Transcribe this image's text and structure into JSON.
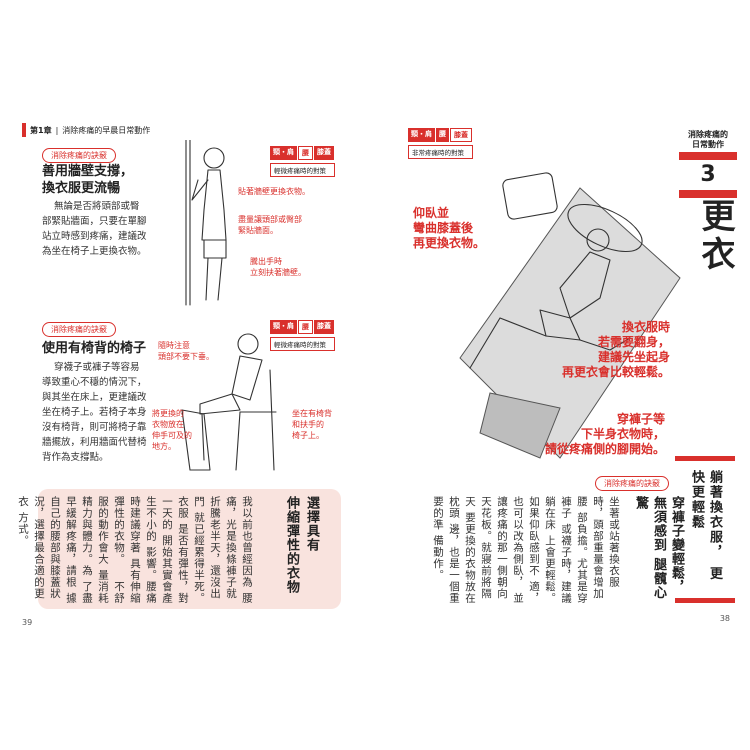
{
  "left_page": {
    "chapter": {
      "label": "第1章",
      "title": "消除疼痛的早晨日常動作"
    },
    "section1": {
      "tip_label": "消除疼痛的訣竅",
      "heading_line1": "善用牆壁支撐，",
      "heading_line2": "換衣服更流暢",
      "body": [
        "無論是否將頭部或臀",
        "部緊貼牆面，只要在單腳",
        "站立時感到疼痛，建議改",
        "為坐在椅子上更換衣物。"
      ],
      "tags": [
        "頸・肩",
        "腰",
        "膝蓋"
      ],
      "tag_sub": "輕微疼痛時的對策",
      "annotations": [
        "貼著牆壁更換衣物。",
        "盡量讓頭部或臀部\n緊貼牆面。",
        "騰出手時\n立刻扶著牆壁。"
      ]
    },
    "section2": {
      "tip_label": "消除疼痛的訣竅",
      "heading": "使用有椅背的椅子",
      "body": [
        "穿襪子或褲子等容易",
        "導致重心不穩的情況下，",
        "與其坐在床上，更建議改",
        "坐在椅子上。若椅子本身",
        "沒有椅背，則可將椅子靠",
        "牆擺放，利用牆面代替椅",
        "背作為支撐點。"
      ],
      "tags": [
        "頸・肩",
        "腰",
        "膝蓋"
      ],
      "tag_sub": "輕微疼痛時的對策",
      "annotations": [
        "隨時注意\n頭部不要下垂。",
        "將更換的\n衣物放在\n伸手可及的\n地方。",
        "坐在有椅背\n和扶手的\n椅子上。"
      ]
    },
    "pink_box": {
      "heading": [
        "選擇具有",
        "伸縮彈性的衣物"
      ],
      "columns": [
        "我以前也曾經因為",
        "腰痛，光是換條褲子就",
        "折騰老半天，還沒出門",
        "就已經累得半死。衣服",
        "是否有彈性，對一天的",
        "開始其實會產生不小的",
        "影響。腰痛時建議穿著",
        "具有伸縮彈性的衣物。",
        "　不舒服的動作會大",
        "量消耗精力與體力。為",
        "了盡早緩解疼痛，請根",
        "據自己的腰部與膝蓋狀",
        "況，選擇最合適的更衣",
        "方式。"
      ]
    },
    "page_number": "39"
  },
  "right_page": {
    "tags": [
      "頸・肩",
      "腰",
      "膝蓋"
    ],
    "tag_sub": "非常疼痛時的對策",
    "annotation_top": "仰臥並\n彎曲膝蓋後\n再更換衣物。",
    "annotation_mid": "換衣服時\n若需要翻身，\n建議先坐起身\n再更衣會比較輕鬆。",
    "annotation_bottom": "穿褲子等\n下半身衣物時，\n請從疼痛側的腳開始。",
    "sidetab": {
      "label_line1": "消除疼痛的",
      "label_line2": "日常動作",
      "number": "3",
      "title": "更衣"
    },
    "subtitle": [
      "躺著換衣服，",
      "更快更輕鬆"
    ],
    "tip_label": "消除疼痛的訣竅",
    "tip_heading": [
      "穿褲子變輕鬆，",
      "無須感到",
      "腿髖心驚"
    ],
    "columns": [
      "坐著或站著換衣服",
      "時，頭部重量會增加腰",
      "部負擔。尤其是穿褲子",
      "或襪子時，建議躺在床",
      "上會更輕鬆。",
      "　如果仰臥感到不",
      "適，也可以改為側臥，",
      "並讓疼痛的那一側朝向",
      "天花板。就寢前將隔天",
      "要更換的衣物放在枕頭",
      "邊，也是一個重要的準",
      "備動作。"
    ],
    "page_number": "38"
  },
  "colors": {
    "accent": "#d9302c",
    "pink": "#f9e3de"
  }
}
